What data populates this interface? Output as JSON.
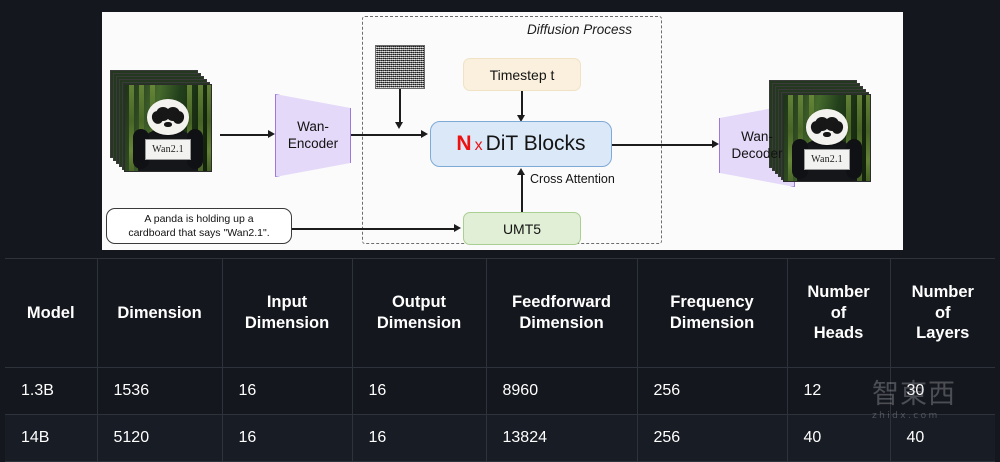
{
  "diagram": {
    "region_label": "Diffusion Process",
    "input_video": {
      "sign_text": "Wan2.1",
      "alt": "stack of video frames showing a panda holding a cardboard sign"
    },
    "output_video": {
      "sign_text": "Wan2.1",
      "alt": "stack of generated video frames showing a panda holding a cardboard sign"
    },
    "encoder_label": "Wan-\nEncoder",
    "encoder_line1": "Wan-",
    "encoder_line2": "Encoder",
    "decoder_line1": "Wan-",
    "decoder_line2": "Decoder",
    "timestep_label": "Timestep t",
    "dit_n": "N",
    "dit_x": "x",
    "dit_label": "DiT Blocks",
    "umt5_label": "UMT5",
    "cross_attention_label": "Cross Attention",
    "prompt_line1": "A panda is holding up a",
    "prompt_line2": "cardboard that says \"Wan2.1\".",
    "noise_label": "noise-patch",
    "colors": {
      "dit_box_fill": "#dbe8f8",
      "dit_box_border": "#7eaad6",
      "timestep_fill": "#faf0dd",
      "umt5_fill": "#e0efd6",
      "trapezoid_fill": "#e4d9f8",
      "trapezoid_border": "#9b79d8",
      "accent_red": "#ee1111",
      "panel_bg": "#fbfbfb"
    }
  },
  "table": {
    "headers": [
      "Model",
      "Dimension",
      "Input\nDimension",
      "Output\nDimension",
      "Feedforward\nDimension",
      "Frequency\nDimension",
      "Number\nof\nHeads",
      "Number\nof\nLayers"
    ],
    "header_parts": [
      [
        "Model"
      ],
      [
        "Dimension"
      ],
      [
        "Input",
        "Dimension"
      ],
      [
        "Output",
        "Dimension"
      ],
      [
        "Feedforward",
        "Dimension"
      ],
      [
        "Frequency",
        "Dimension"
      ],
      [
        "Number",
        "of",
        "Heads"
      ],
      [
        "Number",
        "of",
        "Layers"
      ]
    ],
    "rows": [
      [
        "1.3B",
        "1536",
        "16",
        "16",
        "8960",
        "256",
        "12",
        "30"
      ],
      [
        "14B",
        "5120",
        "16",
        "16",
        "13824",
        "256",
        "40",
        "40"
      ]
    ]
  },
  "watermark": {
    "cn": "智東西",
    "url": "zhidx.com"
  }
}
